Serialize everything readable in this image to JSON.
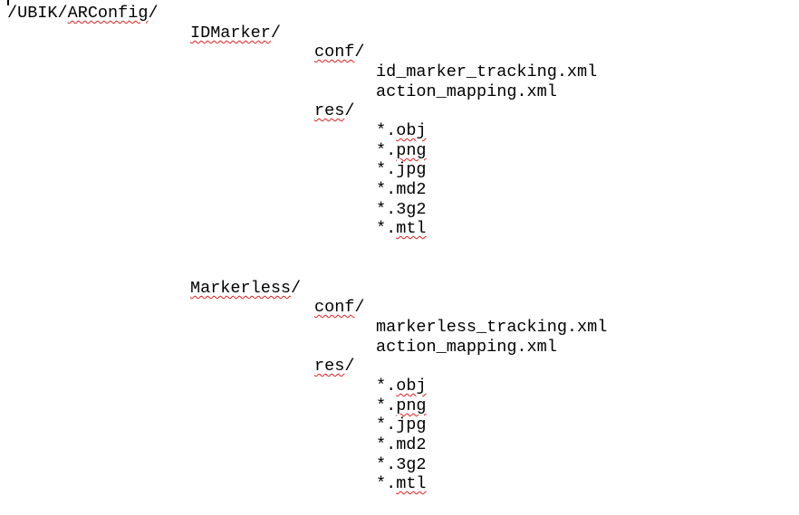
{
  "root": {
    "pre": "/UBIK/",
    "word": "ARConfig",
    "post": "/"
  },
  "sections": [
    {
      "name": "IDMarker",
      "slash": "/",
      "conf": {
        "word": "conf",
        "slash": "/",
        "files": [
          "id_marker_tracking.xml",
          "action_mapping.xml"
        ]
      },
      "res": {
        "word": "res",
        "slash": "/",
        "items": [
          {
            "pre": "*.",
            "word": "obj"
          },
          {
            "pre": "*.",
            "word": "png"
          },
          {
            "pre": "*.jpg",
            "word": ""
          },
          {
            "pre": "*.md2",
            "word": ""
          },
          {
            "pre": "*.3g2",
            "word": ""
          },
          {
            "pre": "*.",
            "word": "mtl"
          }
        ]
      }
    },
    {
      "name": "Markerless",
      "slash": "/",
      "conf": {
        "word": "conf",
        "slash": "/",
        "files": [
          "markerless_tracking.xml",
          "action_mapping.xml"
        ]
      },
      "res": {
        "word": "res",
        "slash": "/",
        "items": [
          {
            "pre": "*.",
            "word": "obj"
          },
          {
            "pre": "*.",
            "word": "png"
          },
          {
            "pre": "*.jpg",
            "word": ""
          },
          {
            "pre": "*.md2",
            "word": ""
          },
          {
            "pre": "*.3g2",
            "word": ""
          },
          {
            "pre": "*.",
            "word": "mtl"
          }
        ]
      }
    }
  ]
}
